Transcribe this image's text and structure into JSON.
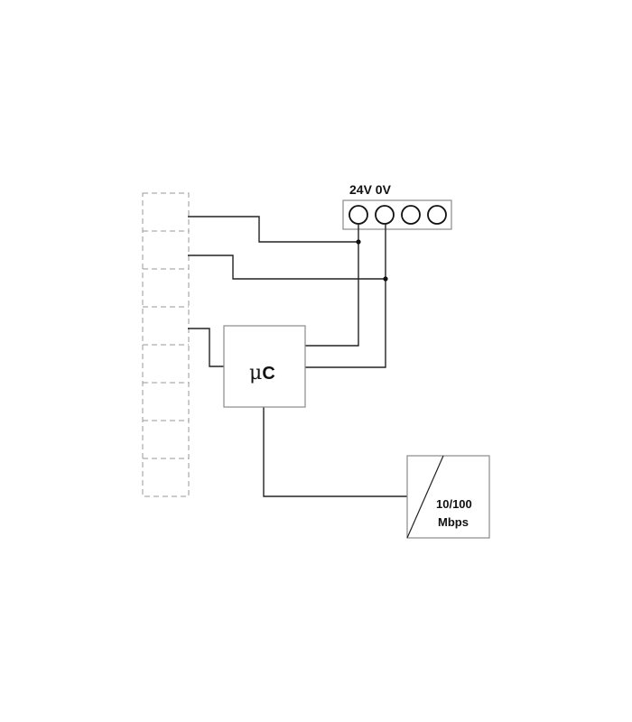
{
  "terminal_block": {
    "label": "24V 0V",
    "terminal_count": 4
  },
  "io_module": {
    "slot_count": 8
  },
  "microcontroller": {
    "symbol": "μ",
    "label": "C"
  },
  "ethernet": {
    "line1": "10/100",
    "line2": "Mbps"
  },
  "colors": {
    "line": "#222222",
    "box_border": "#8a8a8a",
    "dashed": "#9a9a9a",
    "background": "#ffffff"
  }
}
